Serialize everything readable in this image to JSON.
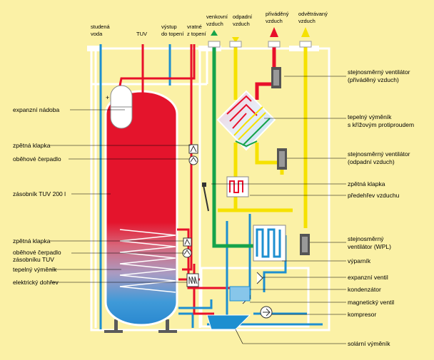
{
  "top_labels": {
    "cold_water": [
      "studená",
      "voda"
    ],
    "tuv": "TUV",
    "heating_out": [
      "výstup",
      "do topení"
    ],
    "heating_return": [
      "vratné",
      "z topení"
    ],
    "outdoor_air": [
      "venkovní",
      "vzduch"
    ],
    "exhaust_air": [
      "odpadní",
      "vzduch"
    ],
    "supply_air": [
      "přiváděný",
      "vzduch"
    ],
    "extract_air": [
      "odvětrávaný",
      "vzduch"
    ]
  },
  "left_labels": {
    "expansion_vessel": "expanzní nádoba",
    "check_valve_1": "zpětná klapka",
    "circ_pump": "oběhové čerpadlo",
    "tank": "zásobník TUV 200 l",
    "check_valve_2": "zpětná klapka",
    "tank_pump_1": "oběhové čerpadlo",
    "tank_pump_2": "zásobníku TUV",
    "coil_exchanger": "tepelný výměník",
    "electric_heater": "elektrický dohřev"
  },
  "right_labels": {
    "supply_fan_1": "stejnosměrný ventilátor",
    "supply_fan_2": "(přiváděný vzduch)",
    "cross_hx_1": "tepelný výměník",
    "cross_hx_2": "s křížovým protiproudem",
    "exhaust_fan_1": "stejnosměrný ventilátor",
    "exhaust_fan_2": "(odpadní vzduch)",
    "check_valve": "zpětná klapka",
    "preheater": "předehřev vzduchu",
    "wpl_fan_1": "stejnosměrný",
    "wpl_fan_2": "ventilátor (WPL)",
    "evaporator": "výparník",
    "expansion_valve": "expanzní ventil",
    "condenser": "kondenzátor",
    "solenoid_valve": "magnetický ventil",
    "compressor": "kompresor",
    "brine_hx": "solární výměník"
  },
  "colors": {
    "background": "#fbf1a6",
    "hot": "#e8102a",
    "cold": "#1d8fd0",
    "green": "#16a34a",
    "yellow": "#f5e100",
    "frame": "#ffffff"
  }
}
